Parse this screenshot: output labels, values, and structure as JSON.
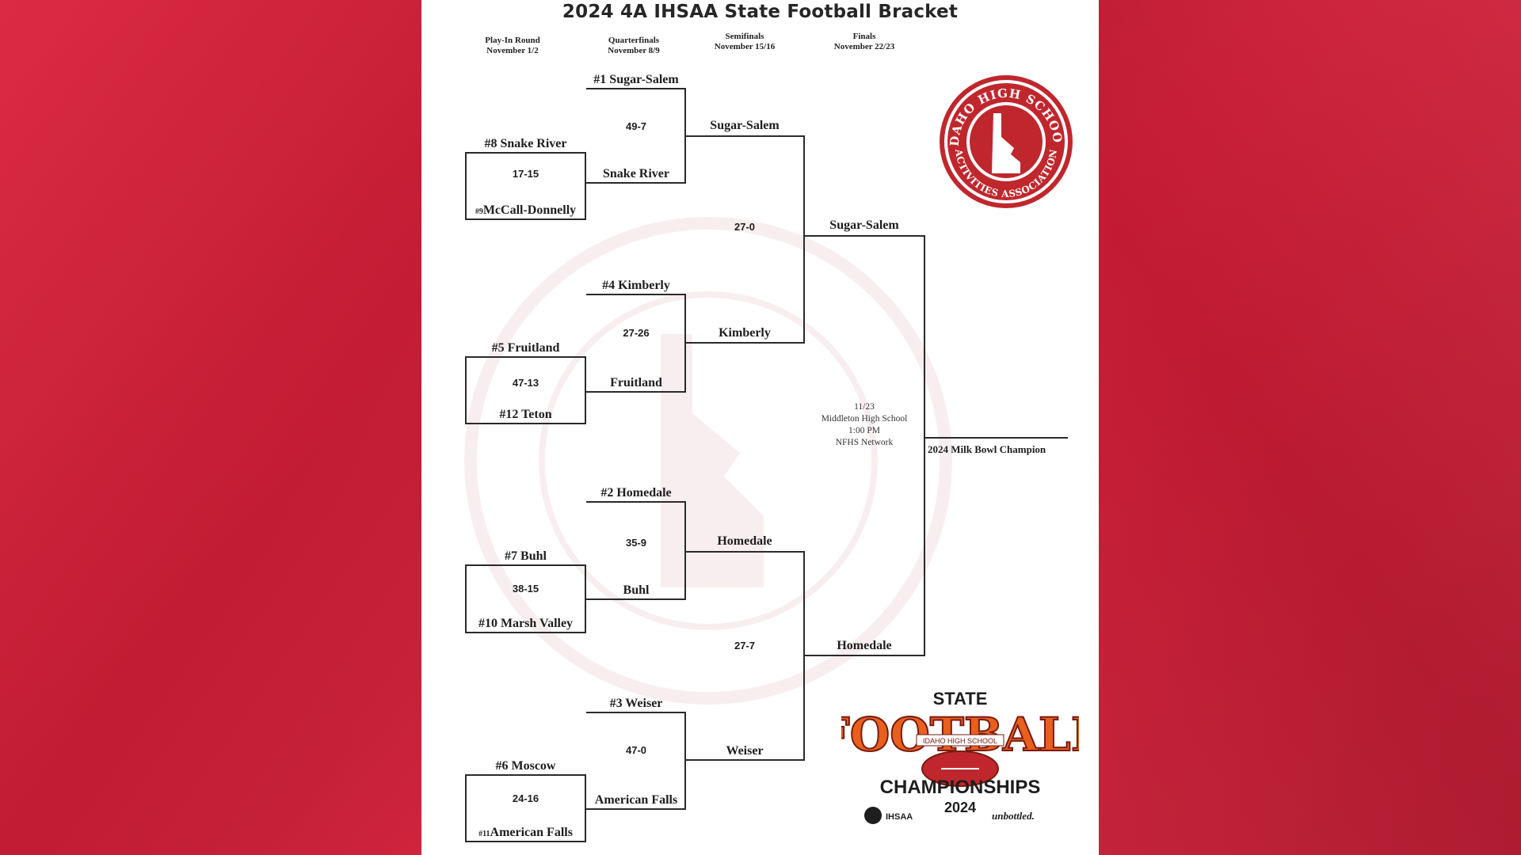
{
  "title": "2024 4A IHSAA State Football Bracket",
  "rounds": [
    {
      "name": "Play-In Round",
      "date": "November 1/2"
    },
    {
      "name": "Quarterfinals",
      "date": "November 8/9"
    },
    {
      "name": "Semifinals",
      "date": "November 15/16"
    },
    {
      "name": "Finals",
      "date": "November 22/23"
    }
  ],
  "playin": [
    {
      "top": "#8 Snake River",
      "seed2": "#9",
      "bottom": "McCall-Donnelly",
      "score": "17-15"
    },
    {
      "top": "#5 Fruitland",
      "seed2": "",
      "bottom": "#12 Teton",
      "score": "47-13"
    },
    {
      "top": "#7 Buhl",
      "seed2": "",
      "bottom": "#10 Marsh Valley",
      "score": "38-15"
    },
    {
      "top": "#6 Moscow",
      "seed2": "#11",
      "bottom": "American Falls",
      "score": "24-16"
    }
  ],
  "quarterfinals": [
    {
      "top": "#1 Sugar-Salem",
      "bottom": "Snake River",
      "score": "49-7"
    },
    {
      "top": "#4 Kimberly",
      "bottom": "Fruitland",
      "score": "27-26"
    },
    {
      "top": "#2 Homedale",
      "bottom": "Buhl",
      "score": "35-9"
    },
    {
      "top": "#3 Weiser",
      "bottom": "American Falls",
      "score": "47-0"
    }
  ],
  "semifinals": [
    {
      "top": "Sugar-Salem",
      "bottom": "Kimberly",
      "score": "27-0"
    },
    {
      "top": "Homedale",
      "bottom": "Weiser",
      "score": "27-7"
    }
  ],
  "finals": {
    "top": "Sugar-Salem",
    "bottom": "Homedale"
  },
  "game_info": [
    "11/23",
    "Middleton High School",
    "1:00 PM",
    "NFHS Network"
  ],
  "champion_label": "2024 Milk Bowl Champion",
  "logos": {
    "ihsaa_top": "IDAHO HIGH SCHOOL",
    "ihsaa_bottom": "ACTIVITIES ASSOCIATION",
    "state": "STATE",
    "football": "FOOTBALL",
    "banner": "IDAHO HIGH SCHOOL",
    "championships": "CHAMPIONSHIPS",
    "year": "2024",
    "ihsaa": "IHSAA",
    "sponsor": "unbottled."
  },
  "colors": {
    "background_red": "#d01c37",
    "logo_red": "#c0272d",
    "logo_orange": "#e8601c"
  }
}
